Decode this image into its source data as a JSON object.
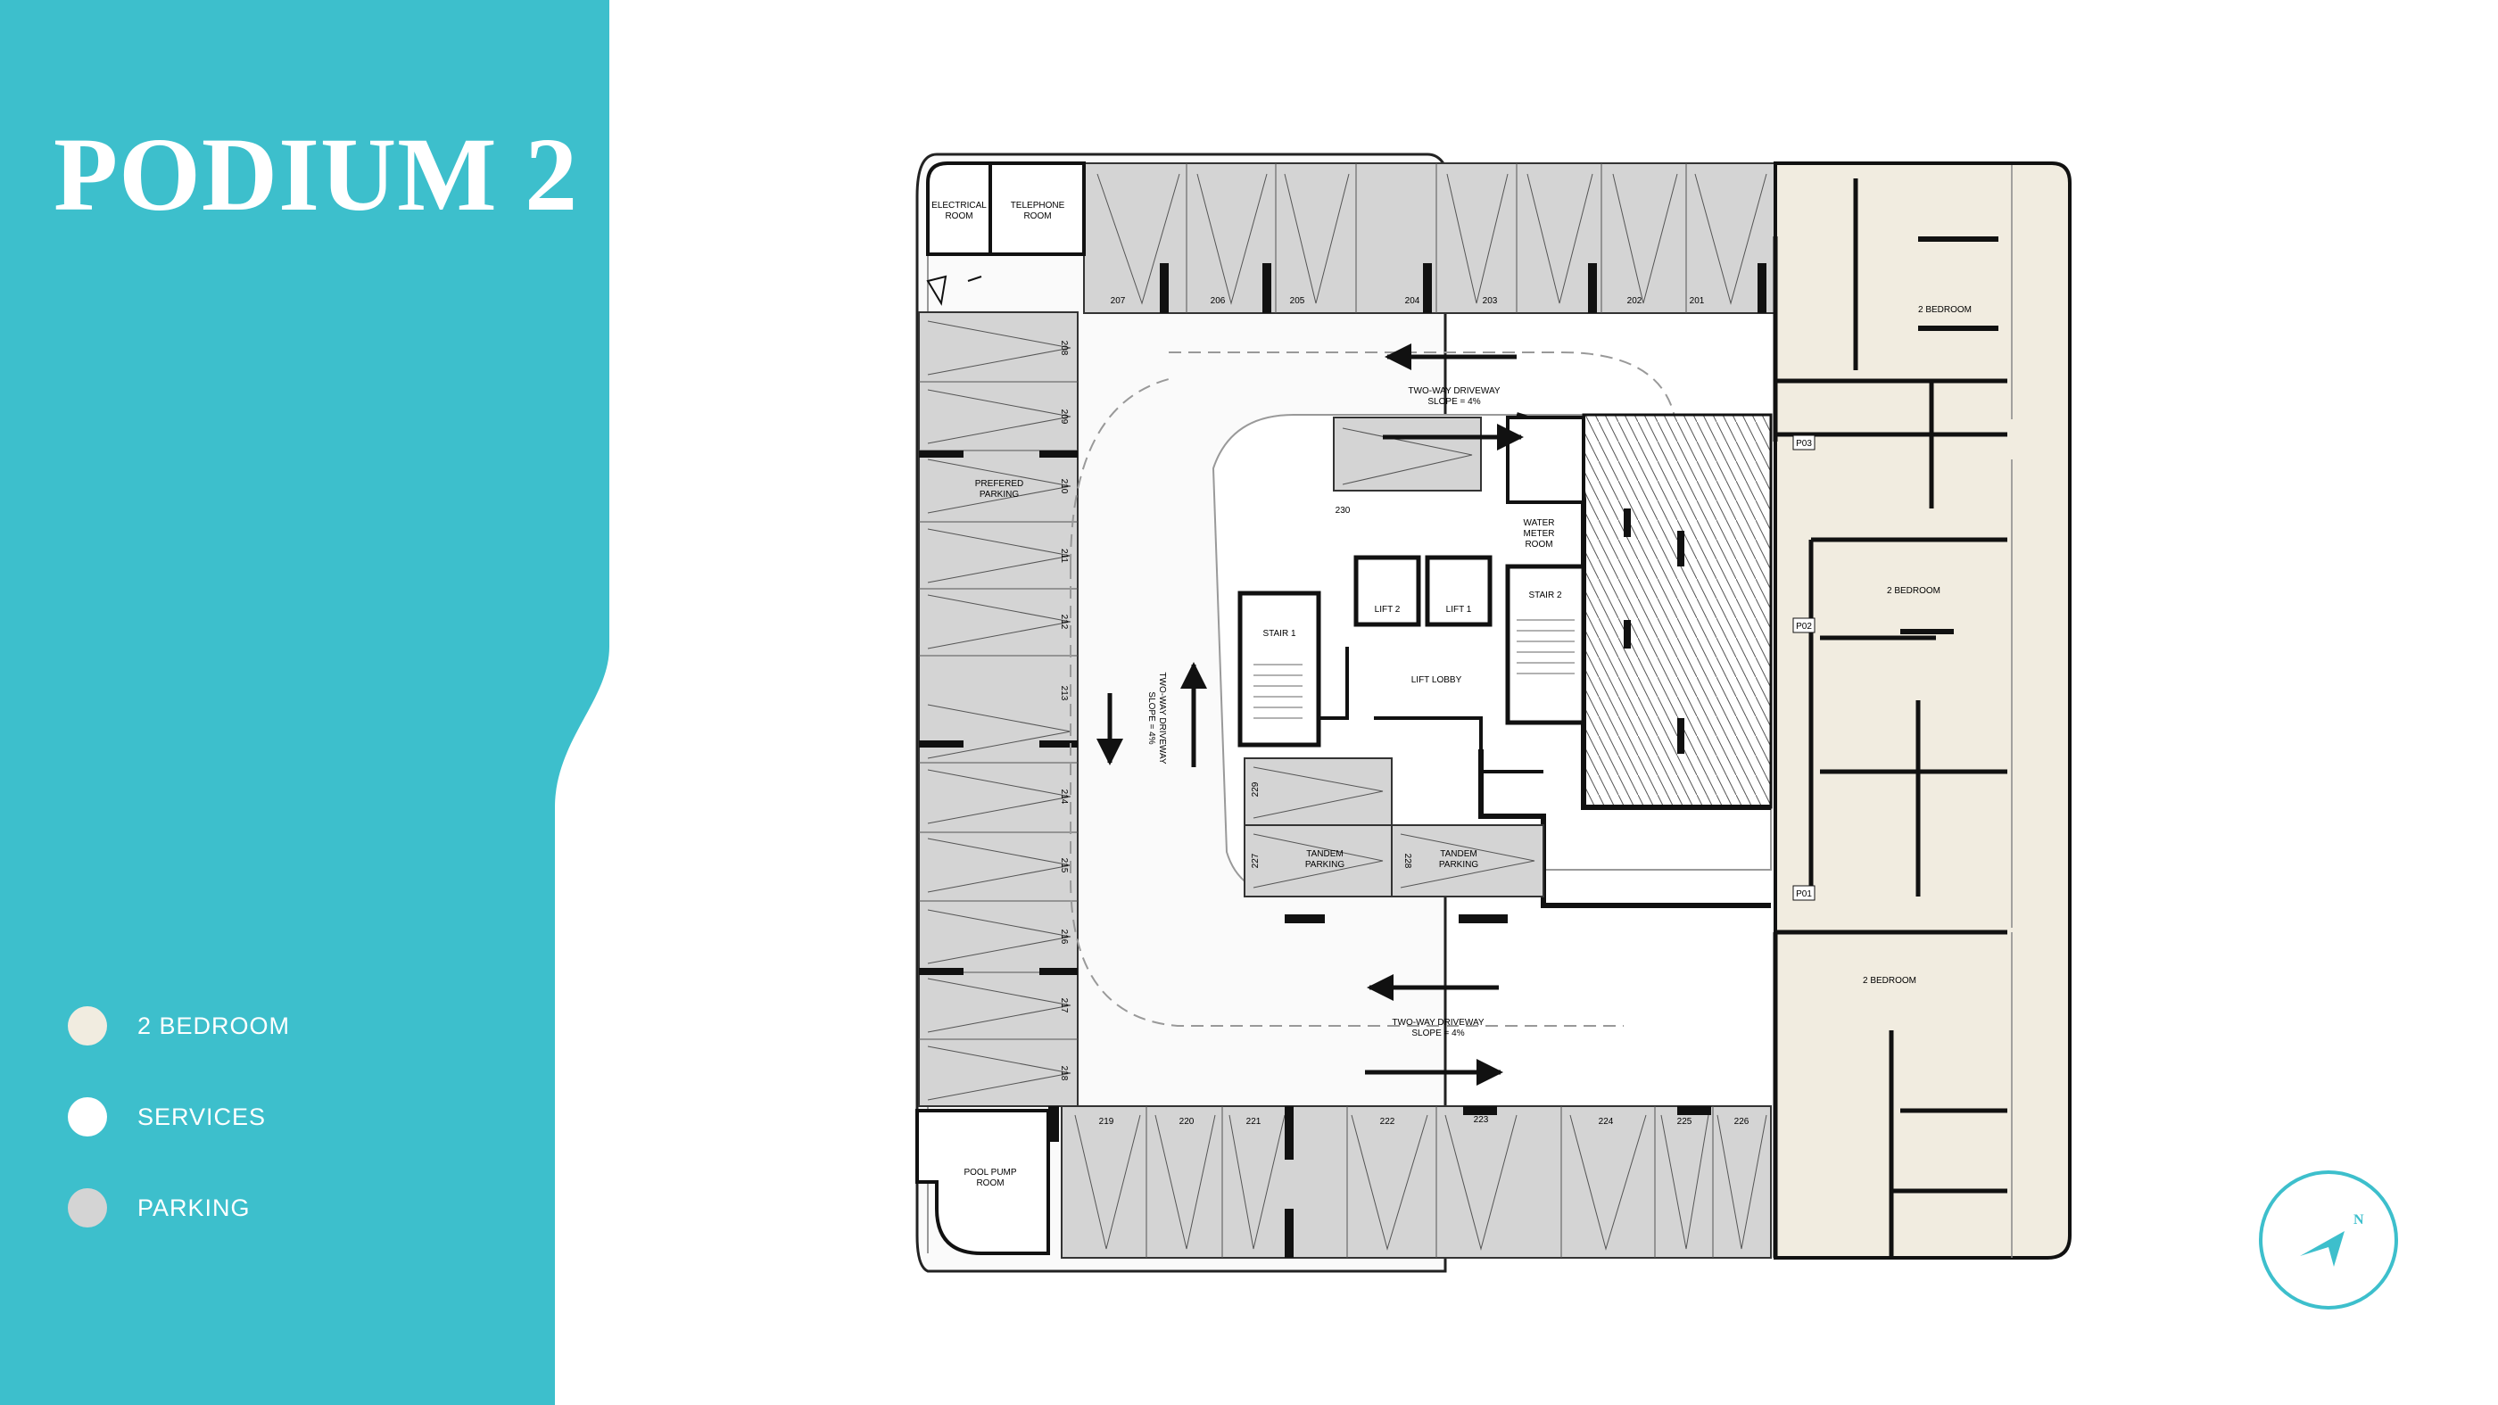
{
  "page": {
    "title": "PODIUM 2"
  },
  "colors": {
    "brand": "#3dbfcc",
    "bedroom": "#f1ece0",
    "services": "#ffffff",
    "parking": "#d4d4d4",
    "wall": "#111111"
  },
  "legend": [
    {
      "label": "2 BEDROOM",
      "color": "#f1ece0"
    },
    {
      "label": "SERVICES",
      "color": "#ffffff"
    },
    {
      "label": "PARKING",
      "color": "#d4d4d4"
    }
  ],
  "plan": {
    "rooms": {
      "electrical": [
        "ELECTRICAL",
        "ROOM"
      ],
      "telephone": [
        "TELEPHONE",
        "ROOM"
      ],
      "pool_pump": [
        "POOL PUMP",
        "ROOM"
      ],
      "water_meter": [
        "WATER",
        "METER",
        "ROOM"
      ],
      "stair1": "STAIR 1",
      "stair2": "STAIR 2",
      "lift1": "LIFT 1",
      "lift2": "LIFT 2",
      "lift_lobby": "LIFT LOBBY",
      "prefered": [
        "PREFERED",
        "PARKING"
      ],
      "tandem_a": [
        "TANDEM",
        "PARKING"
      ],
      "tandem_b": [
        "TANDEM",
        "PARKING"
      ],
      "bedroom_a": "2 BEDROOM",
      "bedroom_b": "2 BEDROOM",
      "bedroom_c": "2 BEDROOM"
    },
    "driveway_top": [
      "TWO-WAY DRIVEWAY",
      "SLOPE = 4%"
    ],
    "driveway_bottom": [
      "TWO-WAY DRIVEWAY",
      "SLOPE = 4%"
    ],
    "driveway_left": [
      "TWO-WAY DRIVEWAY",
      "SLOPE = 4%"
    ],
    "top_bays": [
      "207",
      "206",
      "205",
      "204",
      "203",
      "202",
      "201"
    ],
    "left_bays": [
      "208",
      "209",
      "210",
      "211",
      "212",
      "213",
      "214",
      "215",
      "216",
      "217",
      "218"
    ],
    "bottom_bays": [
      "219",
      "220",
      "221",
      "222",
      "223",
      "224",
      "225",
      "226"
    ],
    "center_bays": [
      "230",
      "229",
      "227",
      "228"
    ],
    "points": [
      "P03",
      "P02",
      "P01"
    ]
  },
  "compass": {
    "label": "N"
  }
}
